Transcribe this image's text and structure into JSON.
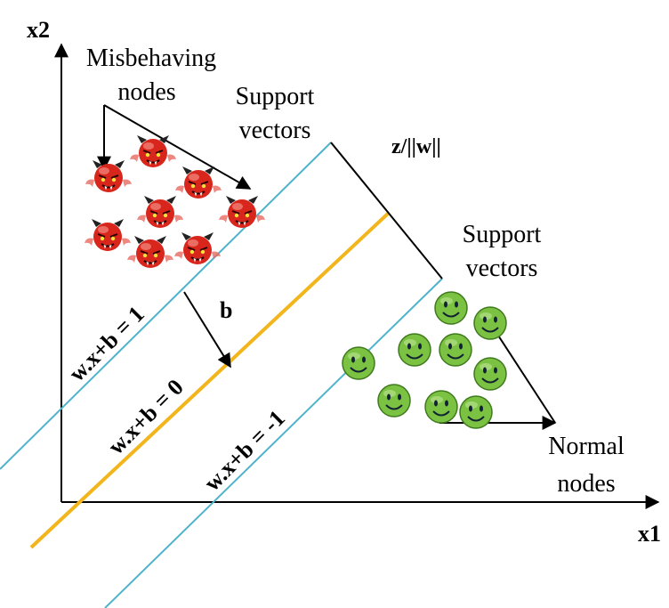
{
  "axes": {
    "x_label": "x1",
    "y_label": "x2"
  },
  "labels": {
    "misbehaving_line1": "Misbehaving",
    "misbehaving_line2": "nodes",
    "support_top_line1": "Support",
    "support_top_line2": "vectors",
    "margin_label": "z/||w||",
    "support_bottom_line1": "Support",
    "support_bottom_line2": "vectors",
    "bias_label": "b",
    "hyperplane_pos": "w.x+b = 1",
    "hyperplane_zero": "w.x+b = 0",
    "hyperplane_neg": "w.x+b = -1",
    "normal_line1": "Normal",
    "normal_line2": "nodes"
  },
  "colors": {
    "axis": "#000000",
    "margin_line": "#4fb3cc",
    "decision_line": "#f2b51c",
    "misbehaving_node": "#d8261c",
    "normal_node": "#7cc242"
  },
  "icons": {
    "misbehaving": "devil-face-icon",
    "normal": "smiley-face-icon"
  }
}
